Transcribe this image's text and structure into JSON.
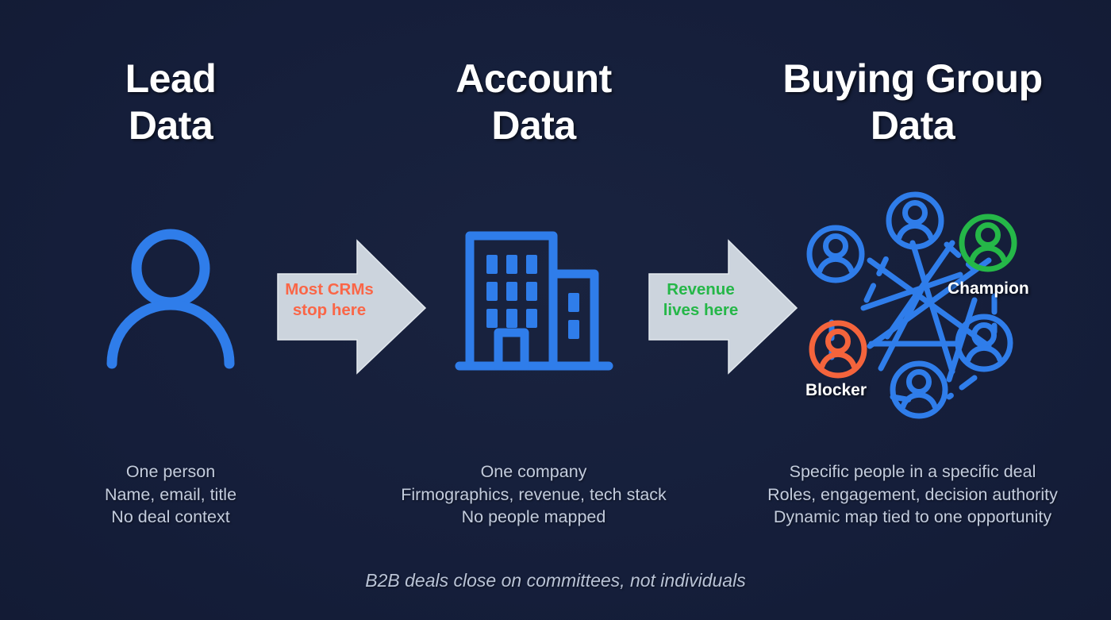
{
  "background_color": "#151e3a",
  "colors": {
    "accent_blue": "#2f7dea",
    "champion_green": "#25b748",
    "blocker_orange": "#f4643c",
    "arrow_fill": "#ccd4dd",
    "heading_text": "#ffffff",
    "caption_text": "#c3ccdd",
    "footer_text": "#b9c3d6"
  },
  "columns": [
    {
      "id": "lead",
      "heading": "Lead\nData",
      "heading_line1": "Lead",
      "heading_line2": "Data",
      "icon": "person-icon",
      "caption": [
        "One person",
        "Name, email, title",
        "No deal context"
      ]
    },
    {
      "id": "account",
      "heading": "Account\nData",
      "heading_line1": "Account",
      "heading_line2": "Data",
      "icon": "building-icon",
      "caption": [
        "One company",
        "Firmographics, revenue, tech stack",
        "No people mapped"
      ]
    },
    {
      "id": "buying-group",
      "heading": "Buying Group\nData",
      "heading_line1": "Buying Group",
      "heading_line2": "Data",
      "icon": "buying-group-network-icon",
      "caption": [
        "Specific people in a specific deal",
        "Roles, engagement, decision authority",
        "Dynamic map tied to one opportunity"
      ]
    }
  ],
  "arrows": [
    {
      "id": "arrow-lead-to-account",
      "icon": "arrow-right-icon",
      "label_line1": "Most CRMs",
      "label_line2": "stop here",
      "label_color": "#fa6647"
    },
    {
      "id": "arrow-account-to-group",
      "icon": "arrow-right-icon",
      "label_line1": "Revenue",
      "label_line2": "lives here",
      "label_color": "#25b748"
    }
  ],
  "network": {
    "nodes": [
      {
        "id": "node-top",
        "role": "member",
        "color": "#2f7dea",
        "label": ""
      },
      {
        "id": "node-top-right",
        "role": "champion",
        "color": "#25b748",
        "label": "Champion"
      },
      {
        "id": "node-right",
        "role": "member",
        "color": "#2f7dea",
        "label": ""
      },
      {
        "id": "node-bottom",
        "role": "member",
        "color": "#2f7dea",
        "label": ""
      },
      {
        "id": "node-bottom-left",
        "role": "blocker",
        "color": "#f4643c",
        "label": "Blocker"
      },
      {
        "id": "node-left",
        "role": "member",
        "color": "#2f7dea",
        "label": ""
      }
    ],
    "champion_label": "Champion",
    "blocker_label": "Blocker"
  },
  "footer": {
    "text": "B2B deals close on committees, not individuals"
  }
}
